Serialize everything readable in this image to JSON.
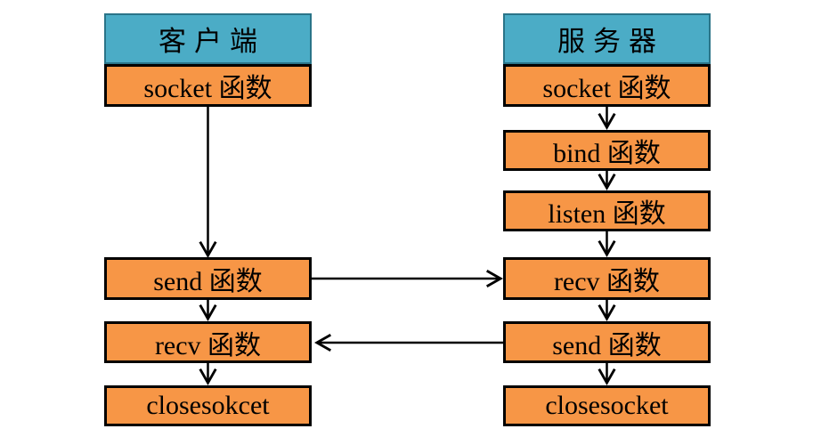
{
  "diagram": {
    "client": {
      "header": "客户端",
      "nodes": [
        "socket 函数",
        "send 函数",
        "recv 函数",
        "closesokcet"
      ]
    },
    "server": {
      "header": "服务器",
      "nodes": [
        "socket 函数",
        "bind 函数",
        "listen 函数",
        "recv 函数",
        "send 函数",
        "closesocket"
      ]
    },
    "edges": [
      {
        "from": "client-socket",
        "to": "client-send"
      },
      {
        "from": "client-send",
        "to": "client-recv"
      },
      {
        "from": "client-recv",
        "to": "client-closesokcet"
      },
      {
        "from": "server-socket",
        "to": "server-bind"
      },
      {
        "from": "server-bind",
        "to": "server-listen"
      },
      {
        "from": "server-listen",
        "to": "server-recv"
      },
      {
        "from": "server-recv",
        "to": "server-send"
      },
      {
        "from": "server-send",
        "to": "server-closesocket"
      },
      {
        "from": "client-send",
        "to": "server-recv"
      },
      {
        "from": "server-send",
        "to": "client-recv"
      }
    ],
    "colors": {
      "header_fill": "#4BACC6",
      "node_fill": "#F79646",
      "line": "#000000",
      "background": "#FFFFFF"
    }
  }
}
